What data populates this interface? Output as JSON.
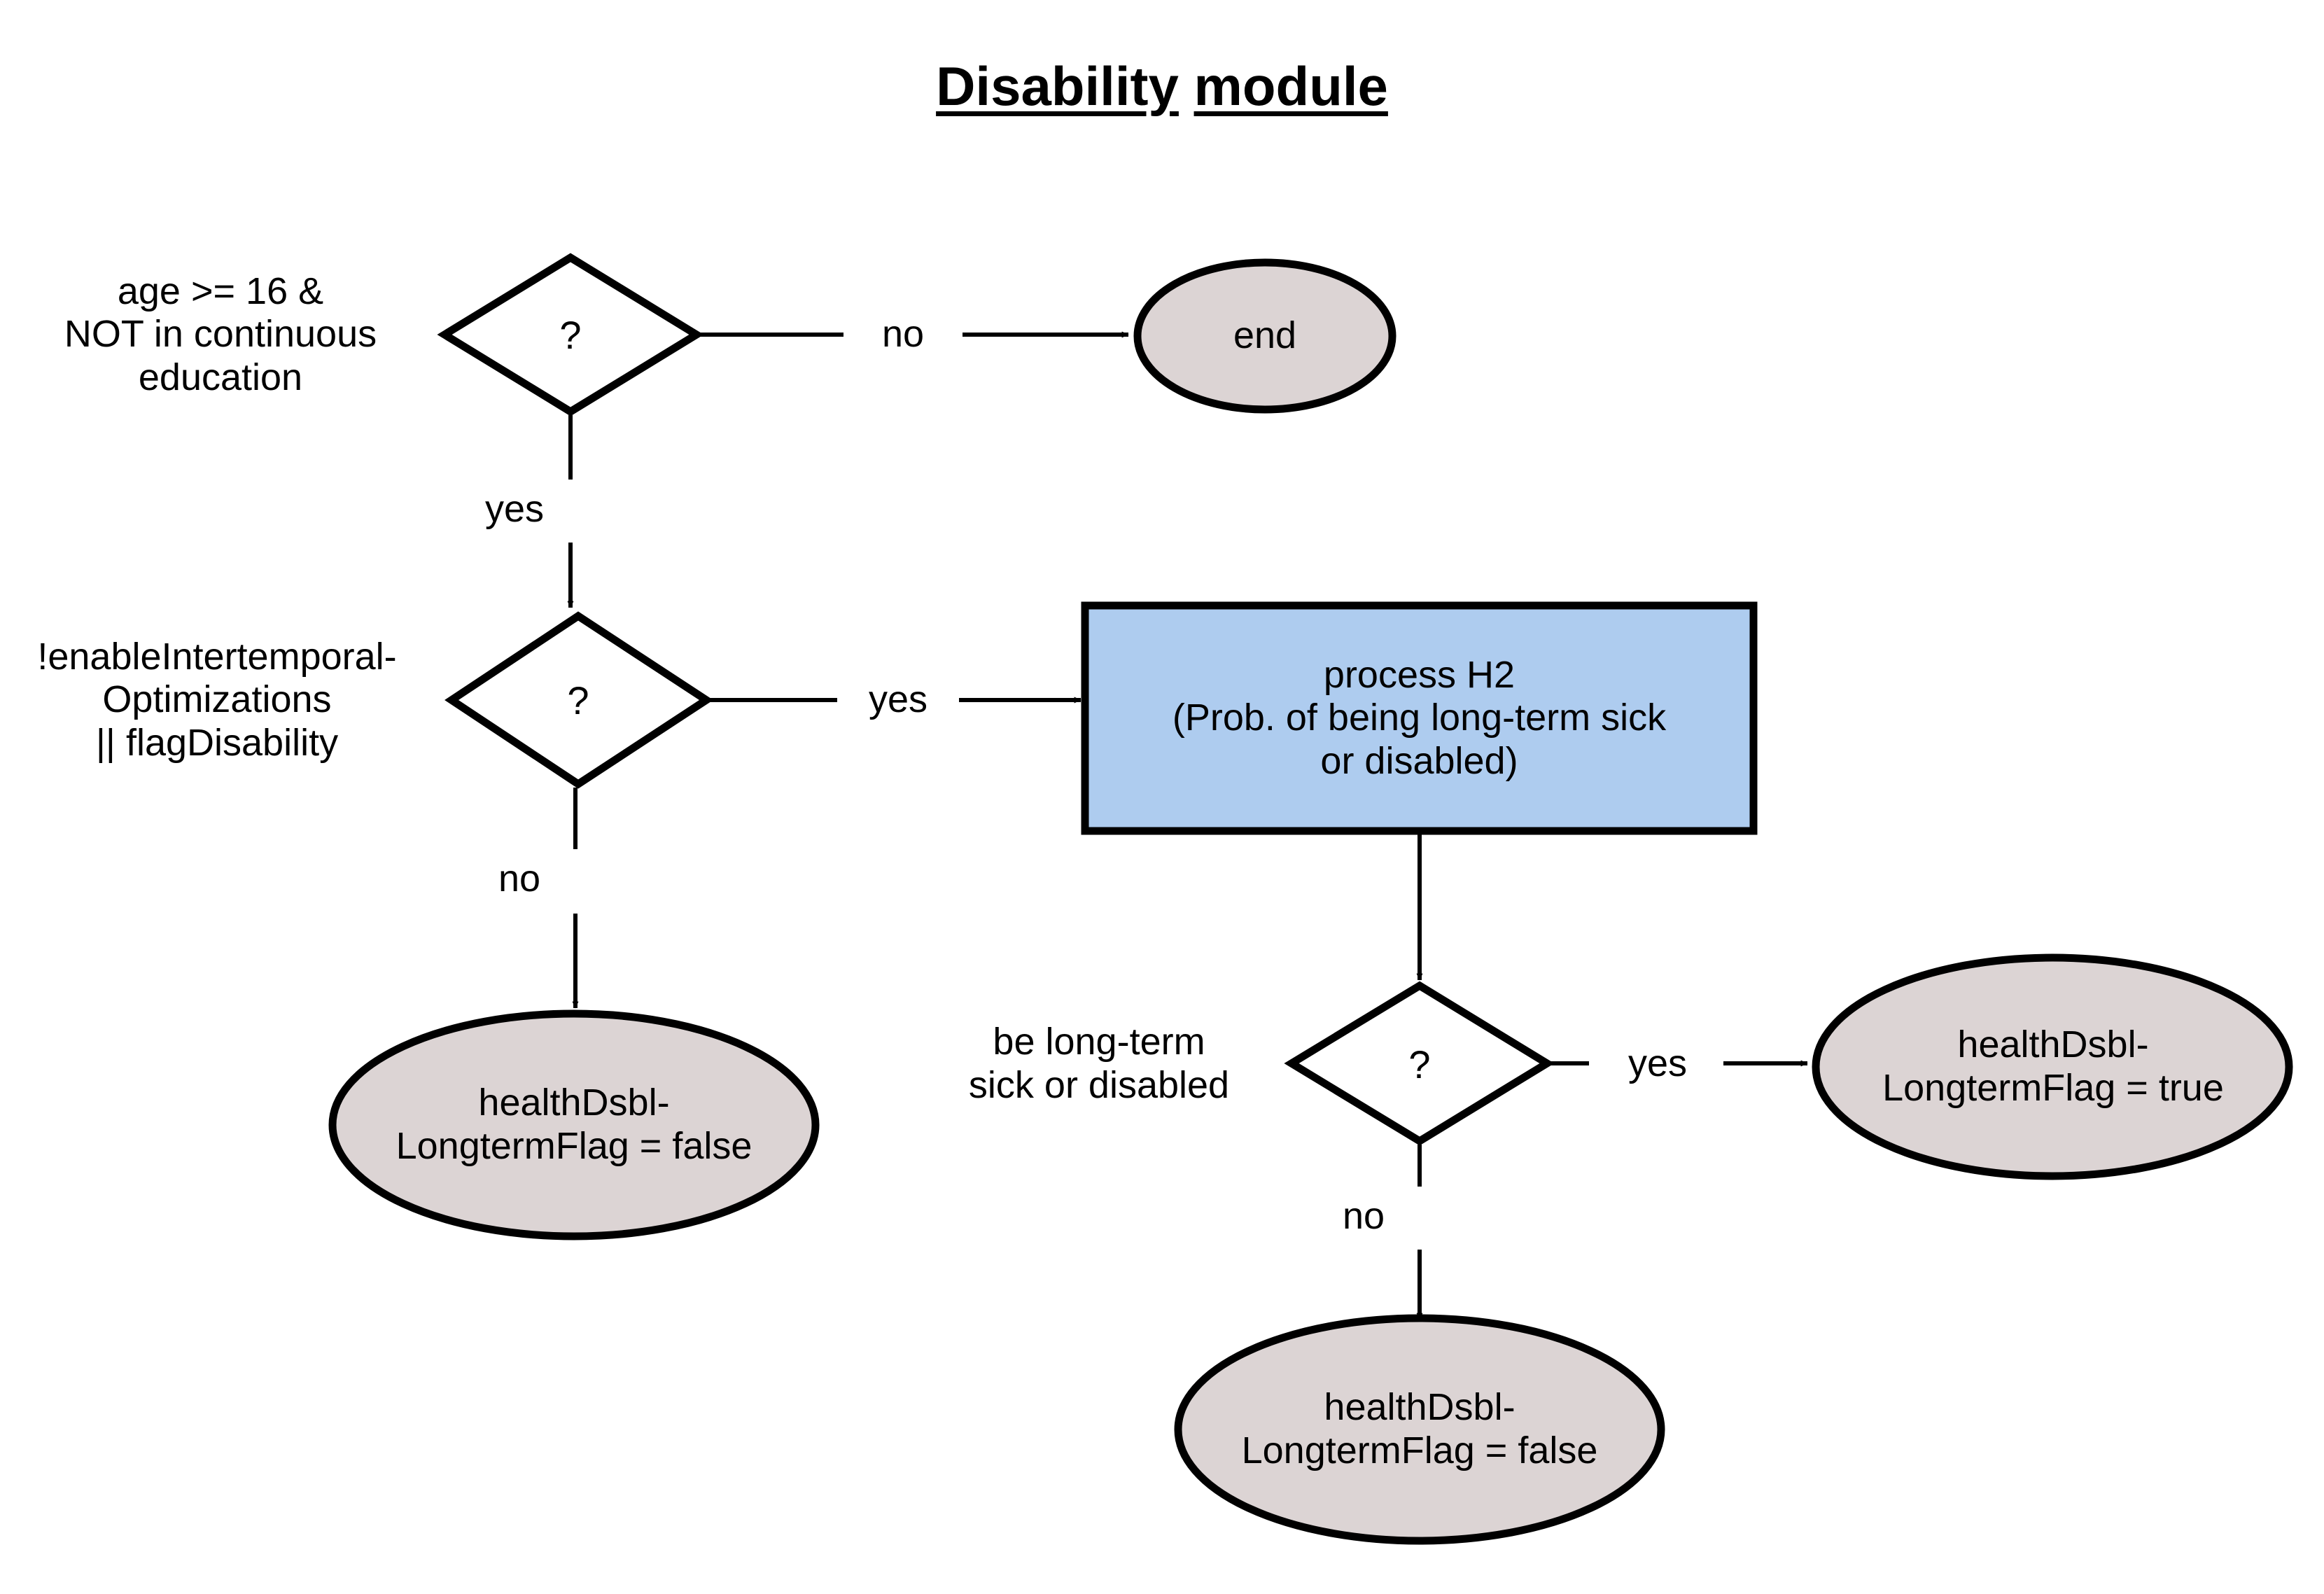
{
  "title": {
    "word1": "Disability",
    "word2": "module"
  },
  "colors": {
    "terminator_fill": "#dcd4d4",
    "process_fill": "#aeccef",
    "stroke": "#000000",
    "background": "#ffffff",
    "text": "#000000"
  },
  "nodes": {
    "decision_age": {
      "shape": "diamond",
      "symbol": "?",
      "condition_label": "age >= 16 &\nNOT in continuous\neducation"
    },
    "end": {
      "shape": "ellipse",
      "label": "end"
    },
    "decision_flag": {
      "shape": "diamond",
      "symbol": "?",
      "condition_label": "!enableIntertemporal-\nOptimizations\n|| flagDisability"
    },
    "process_h2": {
      "shape": "rectangle",
      "label": "process H2\n(Prob. of being long-term sick\nor disabled)"
    },
    "flag_false_left": {
      "shape": "ellipse",
      "label": "healthDsbl-\nLongtermFlag = false"
    },
    "decision_longterm": {
      "shape": "diamond",
      "symbol": "?",
      "condition_label": "be long-term\nsick or disabled"
    },
    "flag_true_right": {
      "shape": "ellipse",
      "label": "healthDsbl-\nLongtermFlag = true"
    },
    "flag_false_bottom": {
      "shape": "ellipse",
      "label": "healthDsbl-\nLongtermFlag = false"
    }
  },
  "edges": {
    "age_no": "no",
    "age_yes": "yes",
    "flag_yes": "yes",
    "flag_no": "no",
    "longterm_yes": "yes",
    "longterm_no": "no"
  }
}
